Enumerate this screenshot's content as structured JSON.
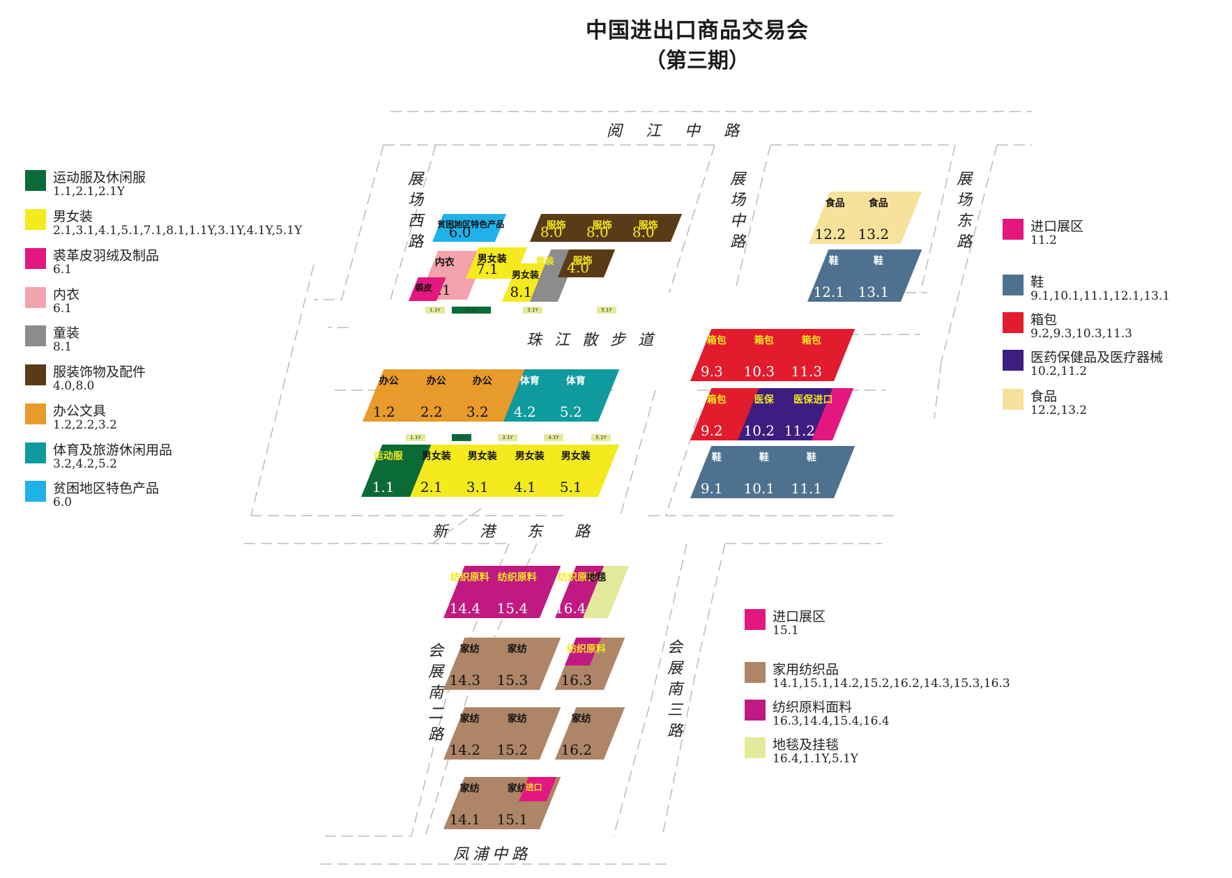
{
  "header": {
    "title": "中国进出口商品交易会",
    "subtitle": "（第三期）"
  },
  "streets": {
    "yuejiang": "阅江中路",
    "west": "展场西路",
    "middle": "展场中路",
    "east": "展场东路",
    "zhujiang": "珠江散步道",
    "xingang": "新港东路",
    "nan2": "会展南二路",
    "nan3": "会展南三路",
    "fengpu": "凤浦中路"
  },
  "colors": {
    "sports_casual": "#0b6b37",
    "men_women": "#f4ea1d",
    "fur_leather": "#e3177f",
    "underwear": "#f2a3ac",
    "kids": "#8c8c8c",
    "accessories": "#5a3a17",
    "office": "#e89a2a",
    "sports_travel": "#0f9a9d",
    "poverty": "#1fb1e8",
    "shoes": "#4f7190",
    "bags": "#e21b2d",
    "medical": "#3d1d80",
    "food": "#f7e29b",
    "import": "#e3177f",
    "home_textile": "#ae8567",
    "textile_raw": "#c11982",
    "carpet": "#e3ea9c"
  },
  "booths": [
    {
      "id": "b-6-0",
      "label": "贫困地区特色产品",
      "num": "6.0",
      "cat": "poverty",
      "lc": "#111"
    },
    {
      "id": "b-8-0a",
      "label": "服饰",
      "num": "8.0",
      "cat": "accessories",
      "lc": "#f4ea1d"
    },
    {
      "id": "b-8-0b",
      "label": "服饰",
      "num": "8.0",
      "cat": "accessories",
      "lc": "#f4ea1d"
    },
    {
      "id": "b-8-0c",
      "label": "服饰",
      "num": "8.0",
      "cat": "accessories",
      "lc": "#f4ea1d"
    },
    {
      "id": "b-6-1",
      "label": "内衣",
      "num": "6.1",
      "cat": "underwear",
      "lc": "#111"
    },
    {
      "id": "b-6-1-fur",
      "label": "裘皮",
      "num": "",
      "cat": "fur_leather",
      "lc": "#111"
    },
    {
      "id": "b-7-1",
      "label": "男女装",
      "num": "7.1",
      "cat": "men_women",
      "lc": "#111"
    },
    {
      "id": "b-8-1",
      "label": "男女装",
      "num": "8.1",
      "cat": "men_women",
      "lc": "#111"
    },
    {
      "id": "b-8-1-kids",
      "label": "童装",
      "num": "",
      "cat": "kids",
      "lc": "#f4ea1d"
    },
    {
      "id": "b-4-0",
      "label": "服饰",
      "num": "4.0",
      "cat": "accessories",
      "lc": "#f4ea1d"
    },
    {
      "id": "b-12-2",
      "label": "食品",
      "num": "12.2",
      "cat": "food",
      "lc": "#111"
    },
    {
      "id": "b-13-2",
      "label": "食品",
      "num": "13.2",
      "cat": "food",
      "lc": "#111"
    },
    {
      "id": "b-12-1",
      "label": "鞋",
      "num": "12.1",
      "cat": "shoes",
      "lc": "#ffffff"
    },
    {
      "id": "b-13-1",
      "label": "鞋",
      "num": "13.1",
      "cat": "shoes",
      "lc": "#ffffff"
    },
    {
      "id": "b-1-2",
      "label": "办公",
      "num": "1.2",
      "cat": "office",
      "lc": "#111"
    },
    {
      "id": "b-2-2",
      "label": "办公",
      "num": "2.2",
      "cat": "office",
      "lc": "#111"
    },
    {
      "id": "b-3-2",
      "label": "办公",
      "num": "3.2",
      "cat": "office",
      "lc": "#111"
    },
    {
      "id": "b-4-2",
      "label": "体育",
      "num": "4.2",
      "cat": "sports_travel",
      "lc": "#ffffff"
    },
    {
      "id": "b-5-2",
      "label": "体育",
      "num": "5.2",
      "cat": "sports_travel",
      "lc": "#ffffff"
    },
    {
      "id": "b-1-1",
      "label": "运动服",
      "num": "1.1",
      "cat": "sports_casual",
      "lc": "#f4ea1d"
    },
    {
      "id": "b-2-1",
      "label": "男女装",
      "num": "2.1",
      "cat": "men_women",
      "lc": "#111"
    },
    {
      "id": "b-3-1",
      "label": "男女装",
      "num": "3.1",
      "cat": "men_women",
      "lc": "#111"
    },
    {
      "id": "b-4-1",
      "label": "男女装",
      "num": "4.1",
      "cat": "men_women",
      "lc": "#111"
    },
    {
      "id": "b-5-1",
      "label": "男女装",
      "num": "5.1",
      "cat": "men_women",
      "lc": "#111"
    },
    {
      "id": "b-9-3",
      "label": "箱包",
      "num": "9.3",
      "cat": "bags",
      "lc": "#f4ea1d"
    },
    {
      "id": "b-10-3",
      "label": "箱包",
      "num": "10.3",
      "cat": "bags",
      "lc": "#f4ea1d"
    },
    {
      "id": "b-11-3",
      "label": "箱包",
      "num": "11.3",
      "cat": "bags",
      "lc": "#f4ea1d"
    },
    {
      "id": "b-9-2",
      "label": "箱包",
      "num": "9.2",
      "cat": "bags",
      "lc": "#f4ea1d"
    },
    {
      "id": "b-10-2",
      "label": "医保",
      "num": "10.2",
      "cat": "medical",
      "lc": "#f4ea1d"
    },
    {
      "id": "b-11-2",
      "label": "医保",
      "num": "11.2",
      "cat": "medical",
      "lc": "#f4ea1d"
    },
    {
      "id": "b-11-2-imp",
      "label": "进口",
      "num": "",
      "cat": "import",
      "lc": "#f4ea1d"
    },
    {
      "id": "b-9-1",
      "label": "鞋",
      "num": "9.1",
      "cat": "shoes",
      "lc": "#ffffff"
    },
    {
      "id": "b-10-1",
      "label": "鞋",
      "num": "10.1",
      "cat": "shoes",
      "lc": "#ffffff"
    },
    {
      "id": "b-11-1",
      "label": "鞋",
      "num": "11.1",
      "cat": "shoes",
      "lc": "#ffffff"
    },
    {
      "id": "b-14-4",
      "label": "纺织原料",
      "num": "14.4",
      "cat": "textile_raw",
      "lc": "#f4ea1d"
    },
    {
      "id": "b-15-4",
      "label": "纺织原料",
      "num": "15.4",
      "cat": "textile_raw",
      "lc": "#f4ea1d"
    },
    {
      "id": "b-16-4",
      "label": "纺织原料",
      "num": "16.4",
      "cat": "textile_raw",
      "lc": "#f4ea1d"
    },
    {
      "id": "b-16-4-carpet",
      "label": "地毯",
      "num": "",
      "cat": "carpet",
      "lc": "#111"
    },
    {
      "id": "b-14-3",
      "label": "家纺",
      "num": "14.3",
      "cat": "home_textile",
      "lc": "#111"
    },
    {
      "id": "b-15-3",
      "label": "家纺",
      "num": "15.3",
      "cat": "home_textile",
      "lc": "#111"
    },
    {
      "id": "b-16-3",
      "label": "家纺",
      "num": "16.3",
      "cat": "home_textile",
      "lc": "#111"
    },
    {
      "id": "b-16-3-raw",
      "label": "纺织原料",
      "num": "",
      "cat": "textile_raw",
      "lc": "#f4ea1d"
    },
    {
      "id": "b-14-2",
      "label": "家纺",
      "num": "14.2",
      "cat": "home_textile",
      "lc": "#111"
    },
    {
      "id": "b-15-2",
      "label": "家纺",
      "num": "15.2",
      "cat": "home_textile",
      "lc": "#111"
    },
    {
      "id": "b-16-2",
      "label": "家纺",
      "num": "16.2",
      "cat": "home_textile",
      "lc": "#111"
    },
    {
      "id": "b-14-1",
      "label": "家纺",
      "num": "14.1",
      "cat": "home_textile",
      "lc": "#111"
    },
    {
      "id": "b-15-1",
      "label": "家纺",
      "num": "15.1",
      "cat": "home_textile",
      "lc": "#111"
    },
    {
      "id": "b-15-1-imp",
      "label": "进口",
      "num": "",
      "cat": "import",
      "lc": "#f4ea1d"
    }
  ],
  "small_tags": [
    {
      "text": "1.1Y",
      "cat": "carpet"
    },
    {
      "text": "5.1Y",
      "cat": "sports_casual"
    },
    {
      "text": "3.1Y",
      "cat": "carpet"
    },
    {
      "text": "5.1Y",
      "cat": "carpet"
    },
    {
      "text": "1.1Y",
      "cat": "carpet"
    },
    {
      "text": "2.1Y",
      "cat": "sports_casual"
    },
    {
      "text": "3.1Y",
      "cat": "carpet"
    },
    {
      "text": "4.1Y",
      "cat": "carpet"
    },
    {
      "text": "5.1Y",
      "cat": "carpet"
    }
  ],
  "legend_left": [
    {
      "name": "运动服及休闲服",
      "codes": "1.1,2.1,2.1Y",
      "cat": "sports_casual"
    },
    {
      "name": "男女装",
      "codes": "2.1,3.1,4.1,5.1,7.1,8.1,1.1Y,3.1Y,4.1Y,5.1Y",
      "cat": "men_women"
    },
    {
      "name": "裘革皮羽绒及制品",
      "codes": "6.1",
      "cat": "fur_leather"
    },
    {
      "name": "内衣",
      "codes": "6.1",
      "cat": "underwear"
    },
    {
      "name": "童装",
      "codes": "8.1",
      "cat": "kids"
    },
    {
      "name": "服装饰物及配件",
      "codes": "4.0,8.0",
      "cat": "accessories"
    },
    {
      "name": "办公文具",
      "codes": "1.2,2.2,3.2",
      "cat": "office"
    },
    {
      "name": "体育及旅游休闲用品",
      "codes": "3.2,4.2,5.2",
      "cat": "sports_travel"
    },
    {
      "name": "贫困地区特色产品",
      "codes": "6.0",
      "cat": "poverty"
    }
  ],
  "legend_right": [
    {
      "name": "进口展区",
      "codes": "11.2",
      "cat": "import"
    },
    {
      "name": "鞋",
      "codes": "9.1,10.1,11.1,12.1,13.1",
      "cat": "shoes"
    },
    {
      "name": "箱包",
      "codes": "9.2,9.3,10.3,11.3",
      "cat": "bags"
    },
    {
      "name": "医药保健品及医疗器械",
      "codes": "10.2,11.2",
      "cat": "medical"
    },
    {
      "name": "食品",
      "codes": "12.2,13.2",
      "cat": "food"
    }
  ],
  "legend_bottom": [
    {
      "name": "进口展区",
      "codes": "15.1",
      "cat": "import"
    },
    {
      "name": "家用纺织品",
      "codes": "14.1,15.1,14.2,15.2,16.2,14.3,15.3,16.3",
      "cat": "home_textile"
    },
    {
      "name": "纺织原料面料",
      "codes": "16.3,14.4,15.4,16.4",
      "cat": "textile_raw"
    },
    {
      "name": "地毯及挂毯",
      "codes": "16.4,1.1Y,5.1Y",
      "cat": "carpet"
    }
  ]
}
